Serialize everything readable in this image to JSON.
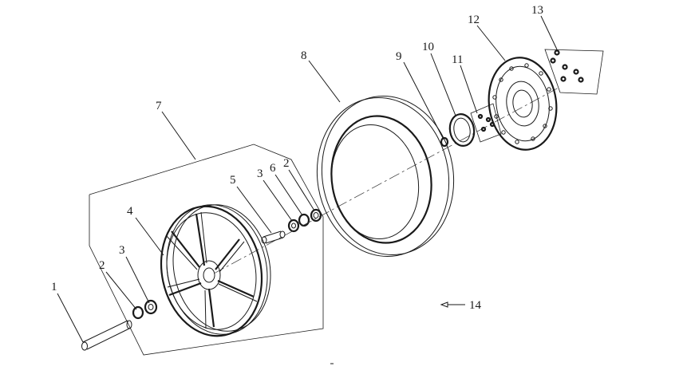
{
  "callouts": [
    {
      "id": 1,
      "label": "1"
    },
    {
      "id": 2,
      "label": "2"
    },
    {
      "id": 3,
      "label": "3"
    },
    {
      "id": 4,
      "label": "4"
    },
    {
      "id": 5,
      "label": "5"
    },
    {
      "id": 6,
      "label": "6"
    },
    {
      "id": 7,
      "label": "7"
    },
    {
      "id": 8,
      "label": "8"
    },
    {
      "id": 9,
      "label": "9"
    },
    {
      "id": 10,
      "label": "10"
    },
    {
      "id": 11,
      "label": "11"
    },
    {
      "id": 12,
      "label": "12"
    },
    {
      "id": 13,
      "label": "13"
    },
    {
      "id": 14,
      "label": "14"
    }
  ],
  "labels_second_instance": {
    "2": "2",
    "3": "3"
  },
  "colors": {
    "ink": "#1a1a1a",
    "background": "#ffffff"
  }
}
